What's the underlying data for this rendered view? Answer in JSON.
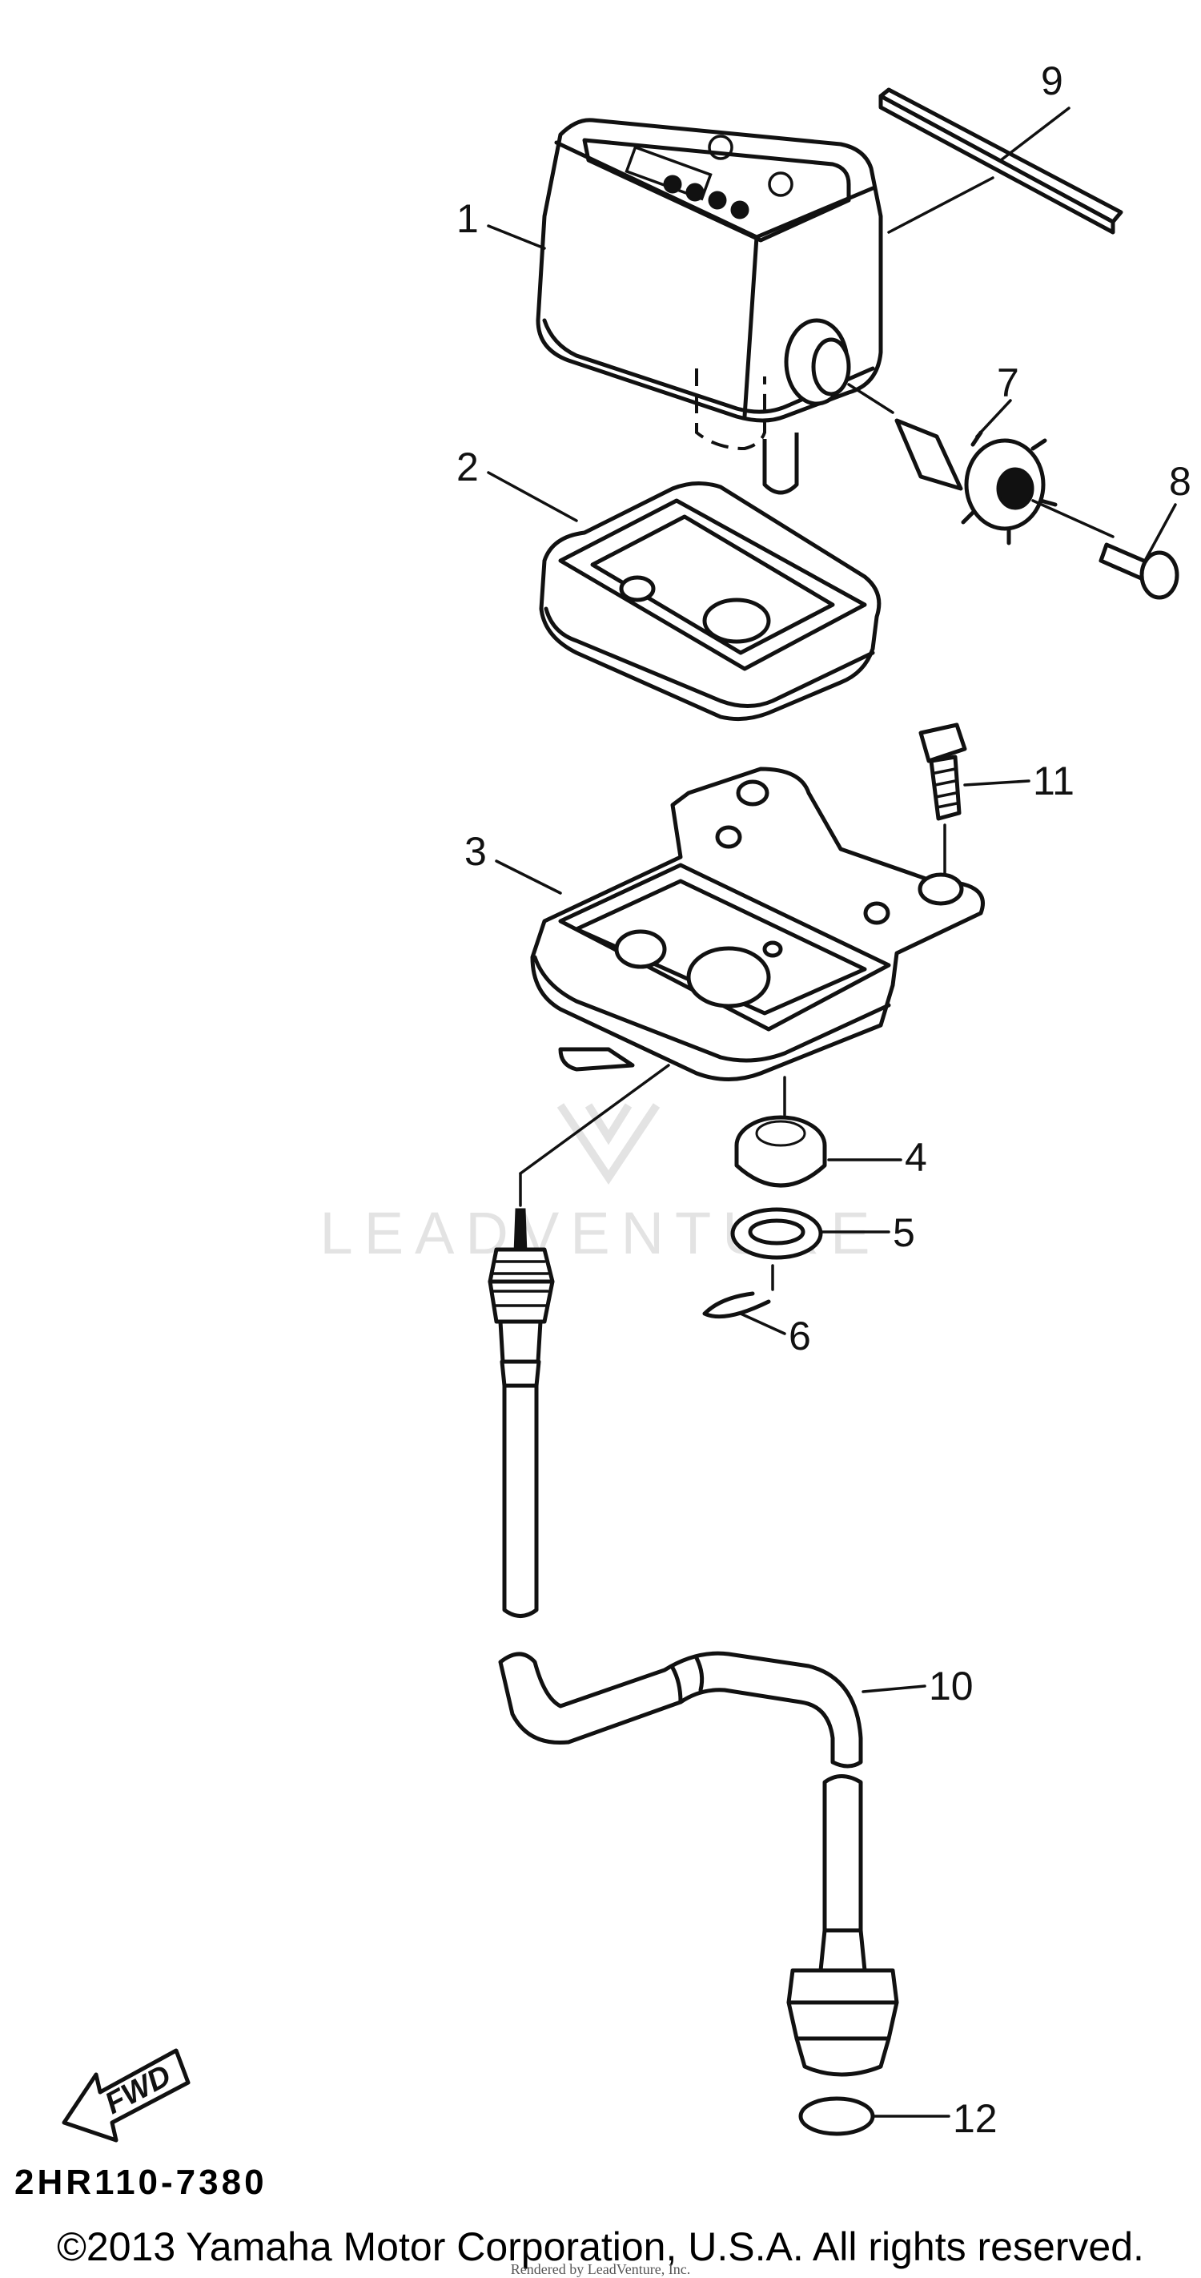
{
  "diagram": {
    "callouts": [
      "1",
      "2",
      "3",
      "4",
      "5",
      "6",
      "7",
      "8",
      "9",
      "10",
      "11",
      "12"
    ],
    "direction_arrow": "FWD",
    "diagram_code": "2HR110-7380",
    "watermark": "LEADVENTURE",
    "copyright": "©2013 Yamaha Motor Corporation, U.S.A. All rights reserved.",
    "rendered_by": "Rendered by LeadVenture, Inc."
  }
}
